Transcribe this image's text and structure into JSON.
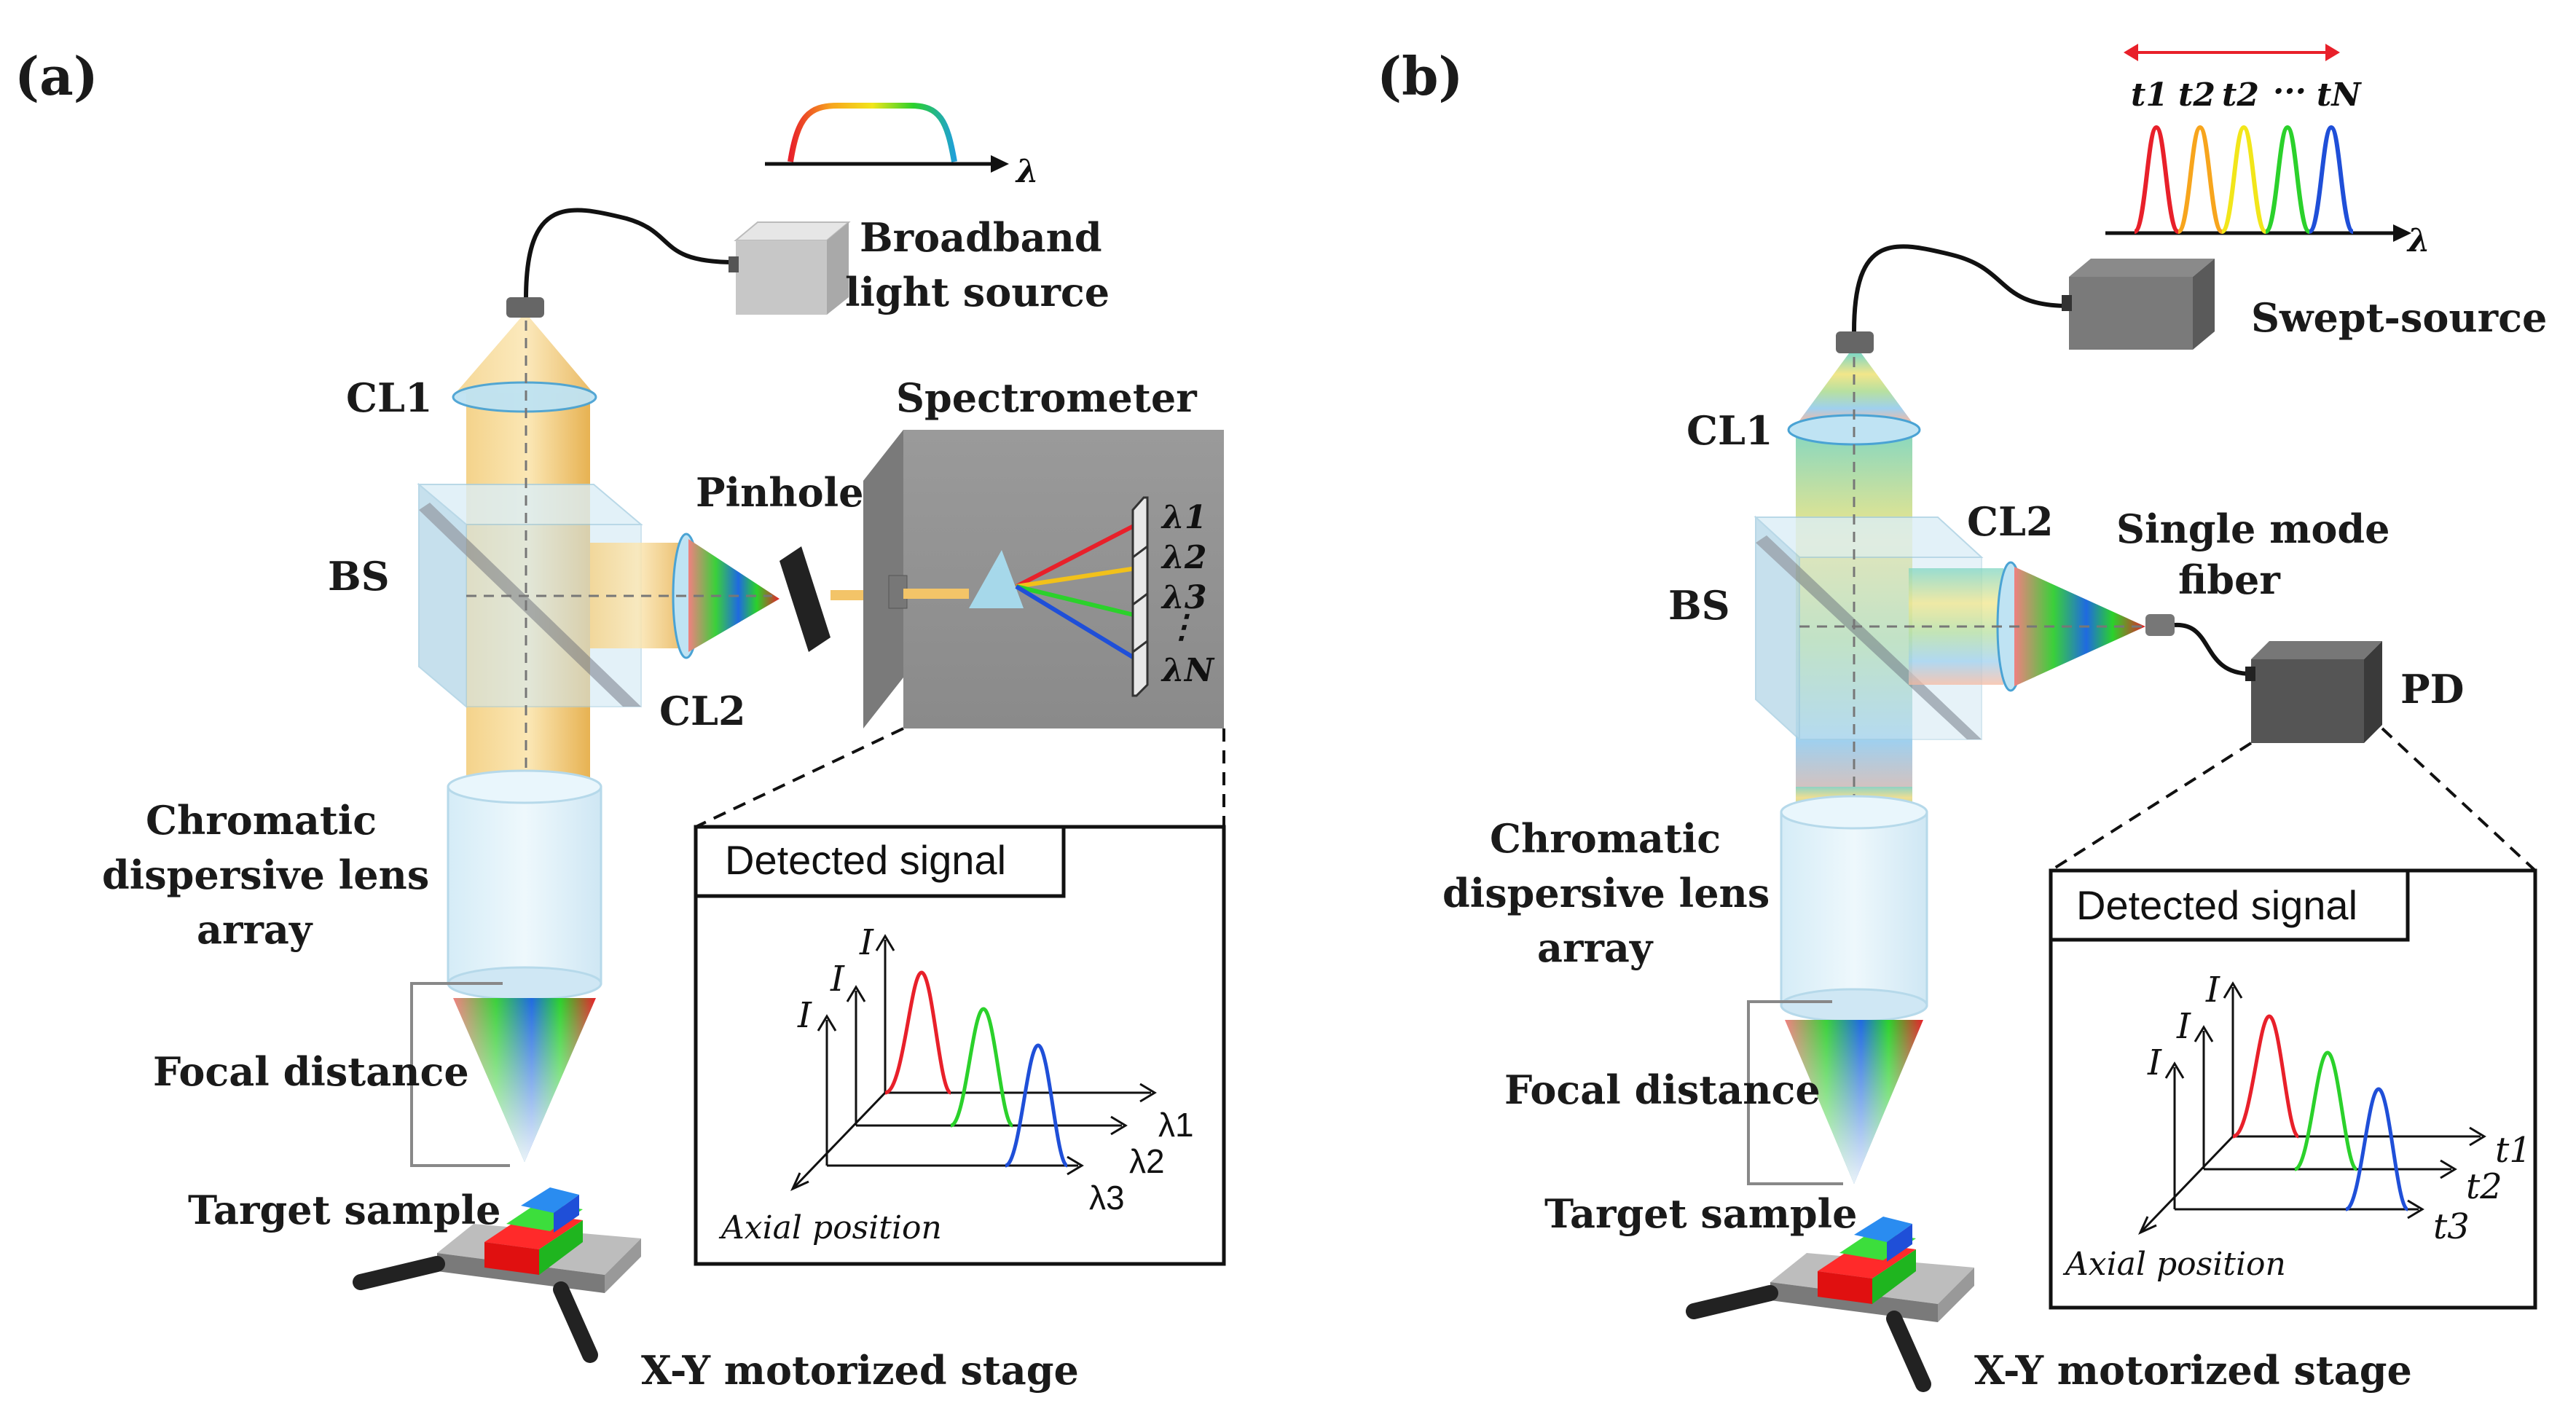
{
  "panel_a": {
    "tag": "(a)",
    "broadband_line1": "Broadband",
    "broadband_line2": "light source",
    "cl1": "CL1",
    "spectrometer": "Spectrometer",
    "pinhole": "Pinhole",
    "bs": "BS",
    "cl2": "CL2",
    "lens_line1": "Chromatic",
    "lens_line2": "dispersive lens",
    "lens_line3": "array",
    "focal": "Focal distance",
    "target": "Target sample",
    "stage": "X-Y motorized stage",
    "detected": "Detected signal",
    "axial": "Axial position",
    "intensity": "I",
    "wavelengths": [
      "λ1",
      "λ2",
      "λ3",
      "λN"
    ],
    "spectrum_axis": "λ"
  },
  "panel_b": {
    "tag": "(b)",
    "swept": "Swept-source",
    "cl1": "CL1",
    "cl2": "CL2",
    "bs": "BS",
    "smf_line1": "Single mode",
    "smf_line2": "fiber",
    "pd": "PD",
    "lens_line1": "Chromatic",
    "lens_line2": "dispersive lens",
    "lens_line3": "array",
    "focal": "Focal distance",
    "target": "Target sample",
    "stage": "X-Y motorized stage",
    "detected": "Detected signal",
    "axial": "Axial position",
    "intensity": "I",
    "times": [
      "t1",
      "t2",
      "t2",
      "tN"
    ],
    "spectrum_axis": "λ",
    "time_axes": [
      "t1",
      "t2",
      "t3"
    ]
  },
  "colors": {
    "red": "#e8202a",
    "green": "#2bd12b",
    "blue": "#1f4fd8",
    "yellow": "#f2d11a",
    "orange": "#f7a51d",
    "beam": "#f3c468",
    "box_gray": "#8c8c8c",
    "glass": "#bfe1f0"
  }
}
